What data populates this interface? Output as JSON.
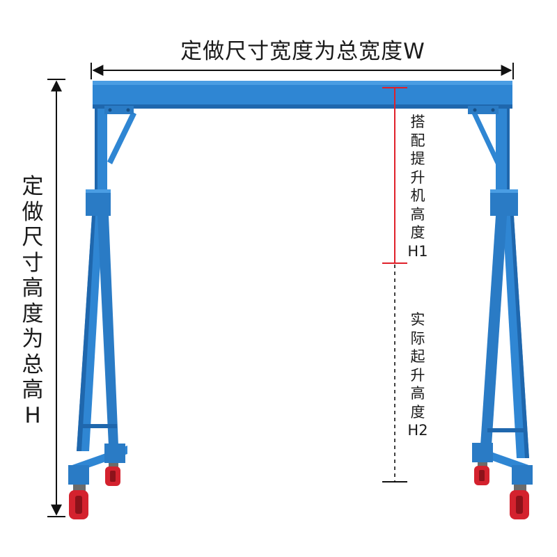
{
  "dimensions": {
    "total_width": "定做尺寸宽度为总宽度W",
    "total_height_chars": [
      "定",
      "做",
      "尺",
      "寸",
      "高",
      "度",
      "为",
      "总",
      "高",
      "H"
    ],
    "hoist_height_chars": [
      "搭",
      "配",
      "提",
      "升",
      "机",
      "高",
      "度",
      "H1"
    ],
    "lift_height_chars": [
      "实",
      "际",
      "起",
      "升",
      "高",
      "度",
      "H2"
    ]
  },
  "colors": {
    "frame_blue": "#2f86d3",
    "frame_dark": "#1f67ad",
    "marker_red": "#e0202a",
    "wheel_red": "#d4222e",
    "line_black": "#111111"
  }
}
